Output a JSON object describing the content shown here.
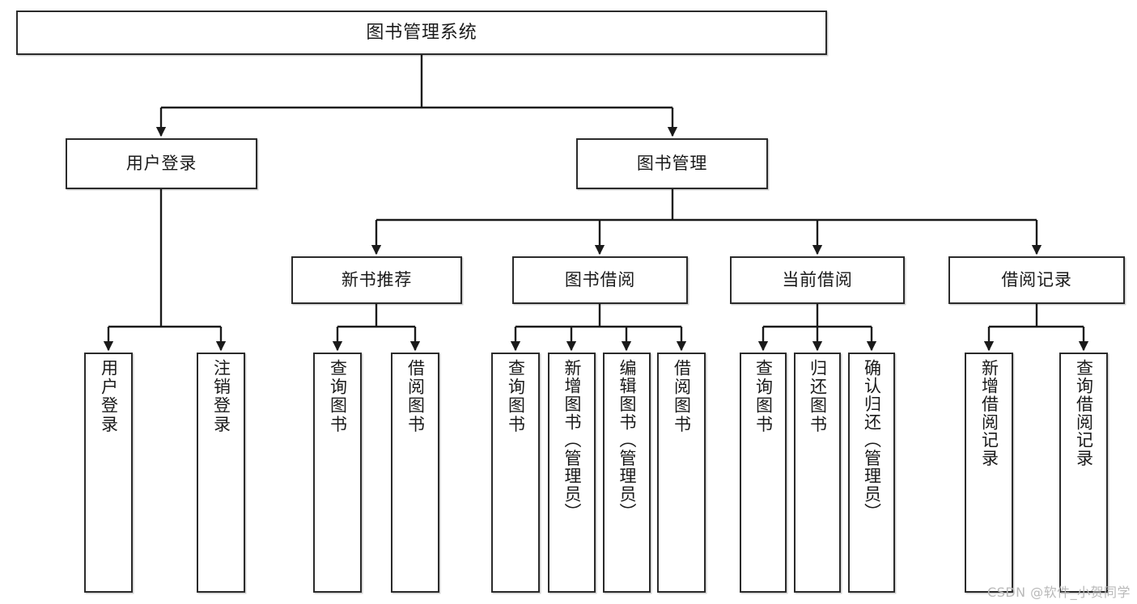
{
  "diagram": {
    "title": "图书管理系统",
    "type": "tree-hierarchy-diagram",
    "watermark": "CSDN @软件_小贺同学",
    "colors": {
      "box_border": "#2b2b2b",
      "box_fill": "#ffffff",
      "connector": "#1a1a1a",
      "text": "#1a1a1a",
      "watermark": "#b9b9b9",
      "background": "#ffffff"
    },
    "levels": {
      "root": {
        "label": "图书管理系统"
      },
      "level1": [
        {
          "label": "用户登录"
        },
        {
          "label": "图书管理"
        }
      ],
      "level2": [
        {
          "label": "新书推荐"
        },
        {
          "label": "图书借阅"
        },
        {
          "label": "当前借阅"
        },
        {
          "label": "借阅记录"
        }
      ],
      "leaves": {
        "user_login": [
          {
            "label": "用户登录"
          },
          {
            "label": "注销登录"
          }
        ],
        "new_book_recommend": [
          {
            "label": "查询图书"
          },
          {
            "label": "借阅图书"
          }
        ],
        "book_borrow": [
          {
            "label": "查询图书"
          },
          {
            "label": "新增图书（管理员）"
          },
          {
            "label": "编辑图书（管理员）"
          },
          {
            "label": "借阅图书"
          }
        ],
        "current_borrow": [
          {
            "label": "查询图书"
          },
          {
            "label": "归还图书"
          },
          {
            "label": "确认归还（管理员）"
          }
        ],
        "borrow_record": [
          {
            "label": "新增借阅记录"
          },
          {
            "label": "查询借阅记录"
          }
        ]
      }
    }
  }
}
